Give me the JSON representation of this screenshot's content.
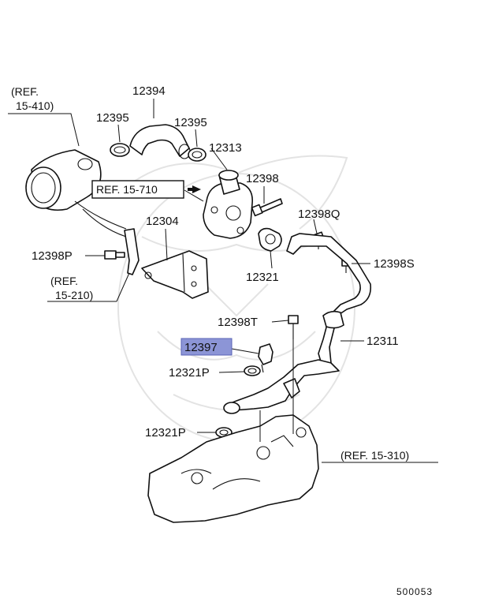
{
  "refs": {
    "ref_15_410_line1": "(REF.",
    "ref_15_410_line2": "15-410)",
    "ref_15_710": "REF. 15-710",
    "ref_15_210_line1": "(REF.",
    "ref_15_210_line2": "15-210)",
    "ref_15_310": "(REF. 15-310)"
  },
  "parts": {
    "p12394": "12394",
    "p12395_left": "12395",
    "p12395_right": "12395",
    "p12313": "12313",
    "p12398": "12398",
    "p12304": "12304",
    "p12398Q": "12398Q",
    "p12398P": "12398P",
    "p12321": "12321",
    "p12398S": "12398S",
    "p12398T": "12398T",
    "p12397": "12397",
    "p12311": "12311",
    "p12321P_upper": "12321P",
    "p12321P_lower": "12321P"
  },
  "highlight_color": "#8c95d6",
  "diagram_code": "500053"
}
